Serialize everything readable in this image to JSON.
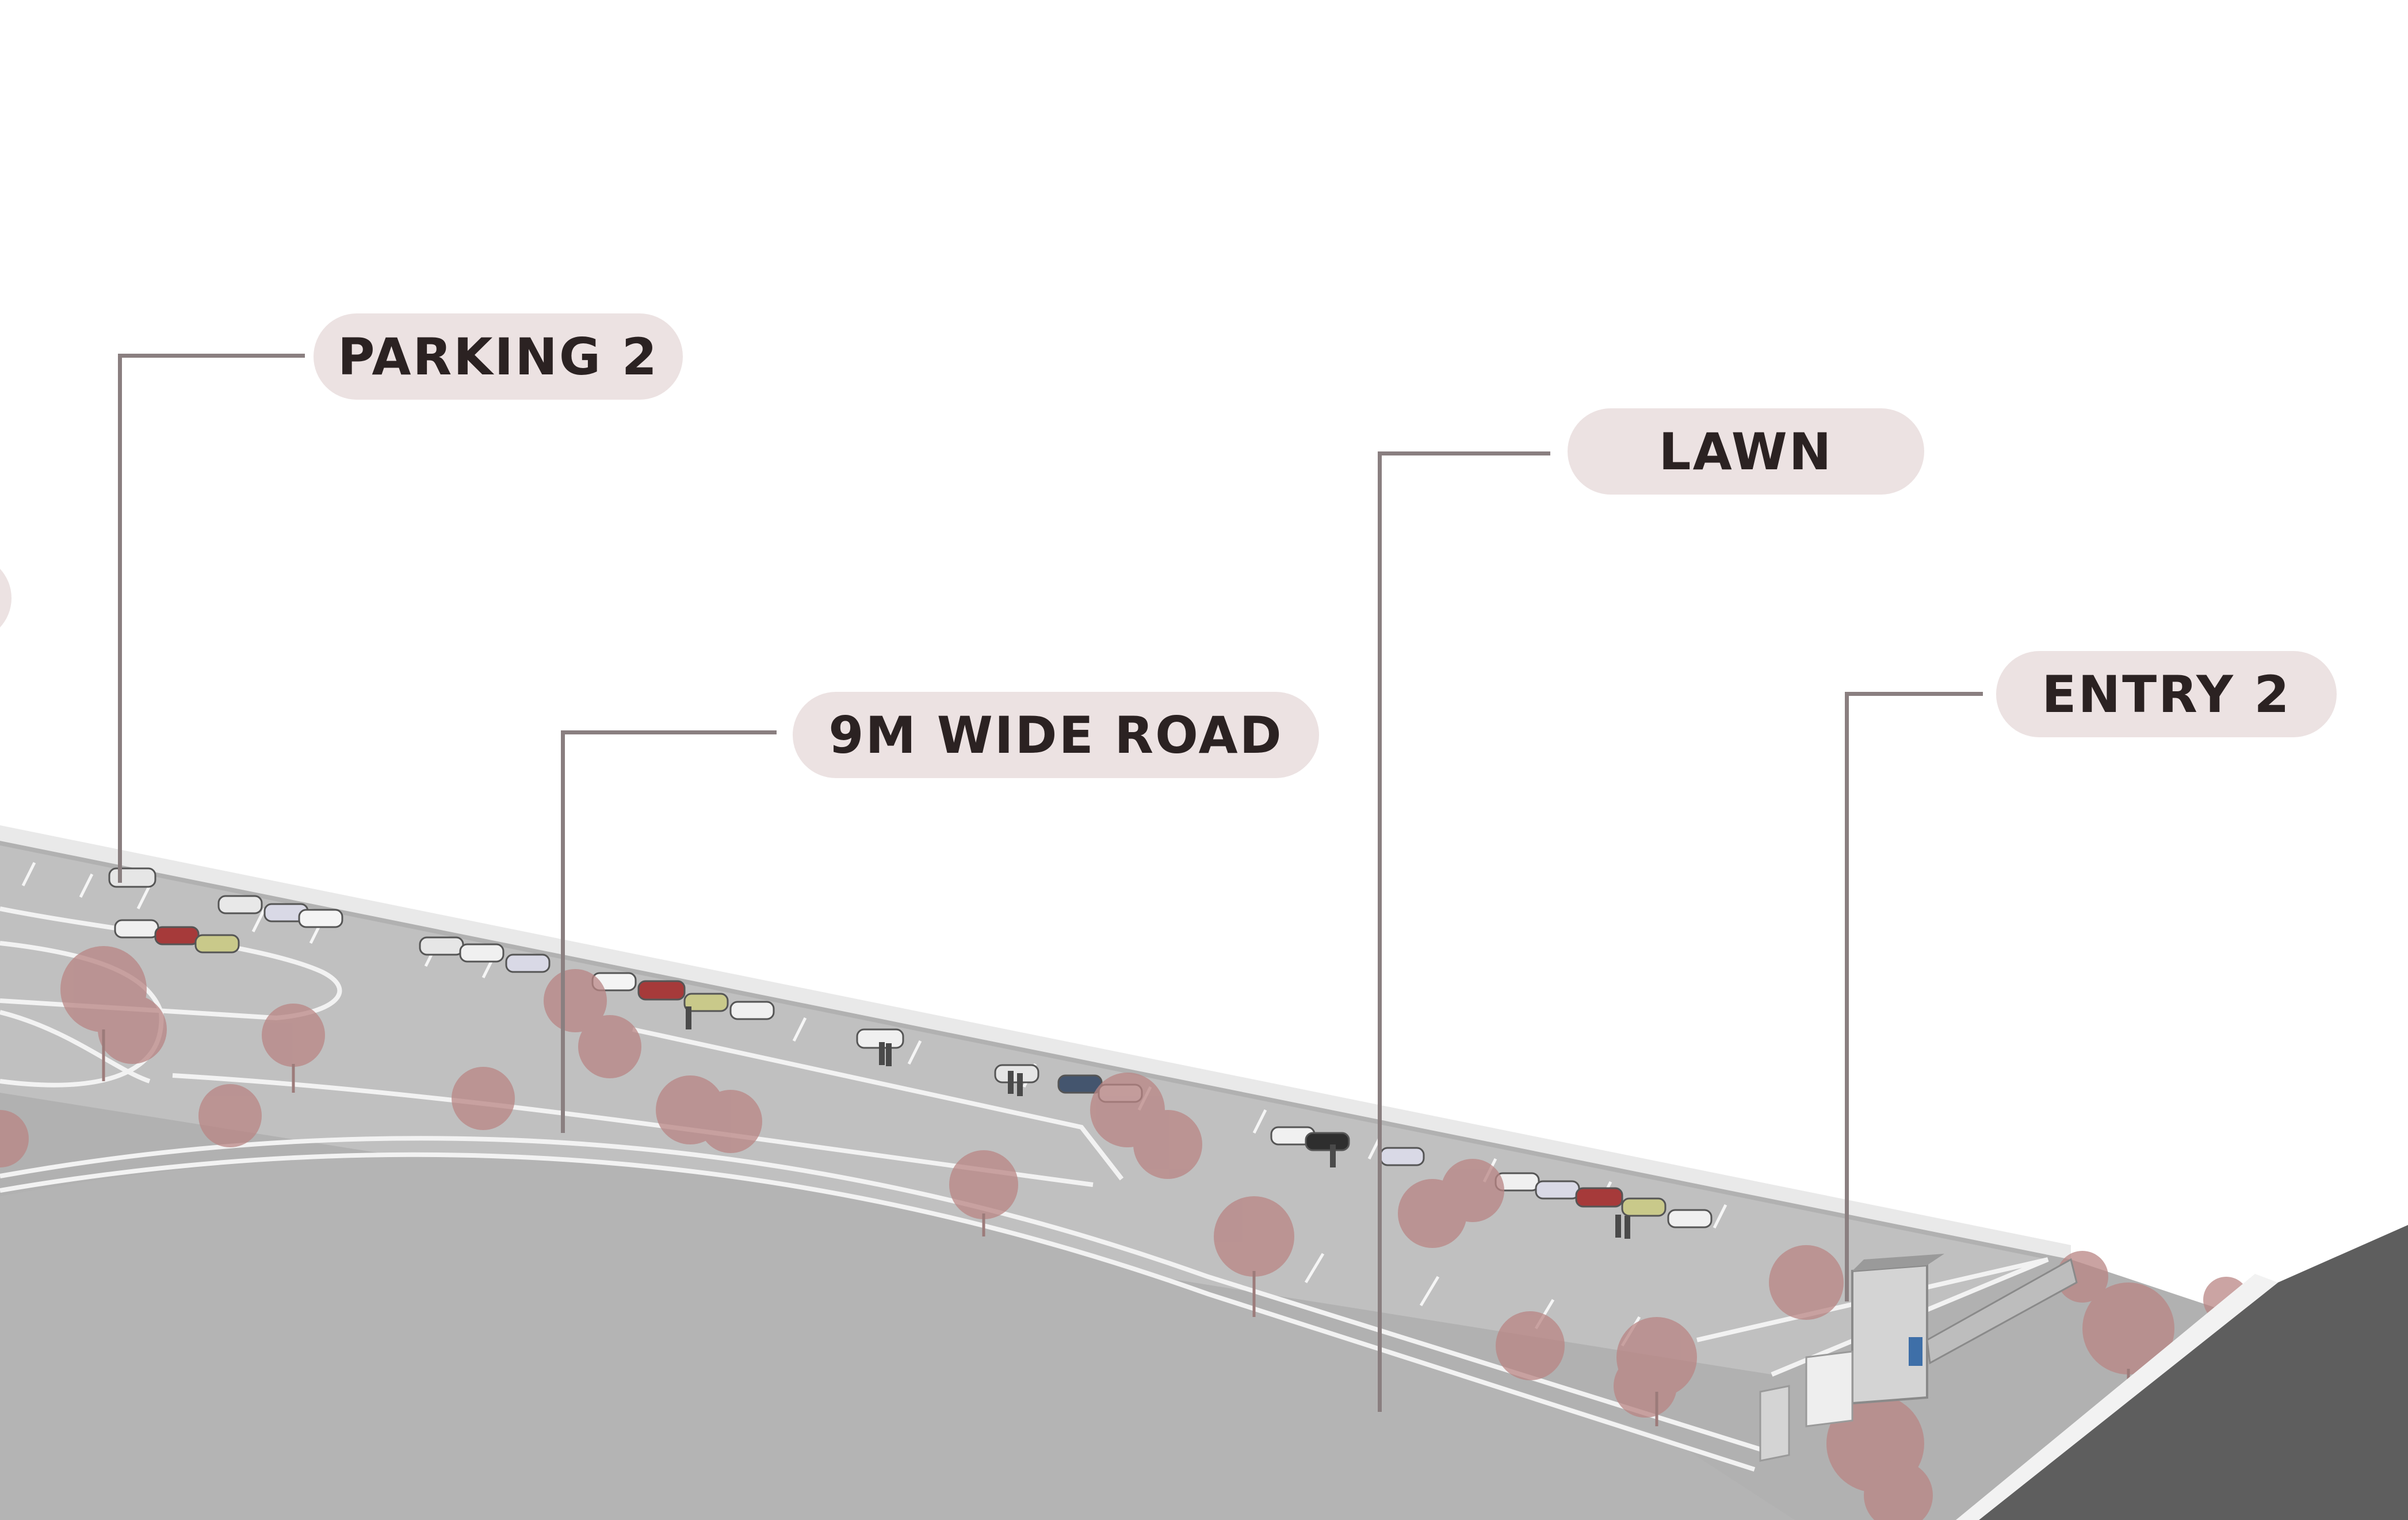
{
  "colors": {
    "label_bg": "#ece2e2",
    "label_text": "#2b2222",
    "leader_line": "#8a7f80",
    "ground": "#b0b0b0",
    "road": "#c2c2c2",
    "outer_road": "#5e5e5e",
    "tree": "#b98584"
  },
  "labels": {
    "parking_2": "PARKING 2",
    "lawn": "LAWN",
    "road": "9M WIDE ROAD",
    "entry_2": "ENTRY 2"
  }
}
